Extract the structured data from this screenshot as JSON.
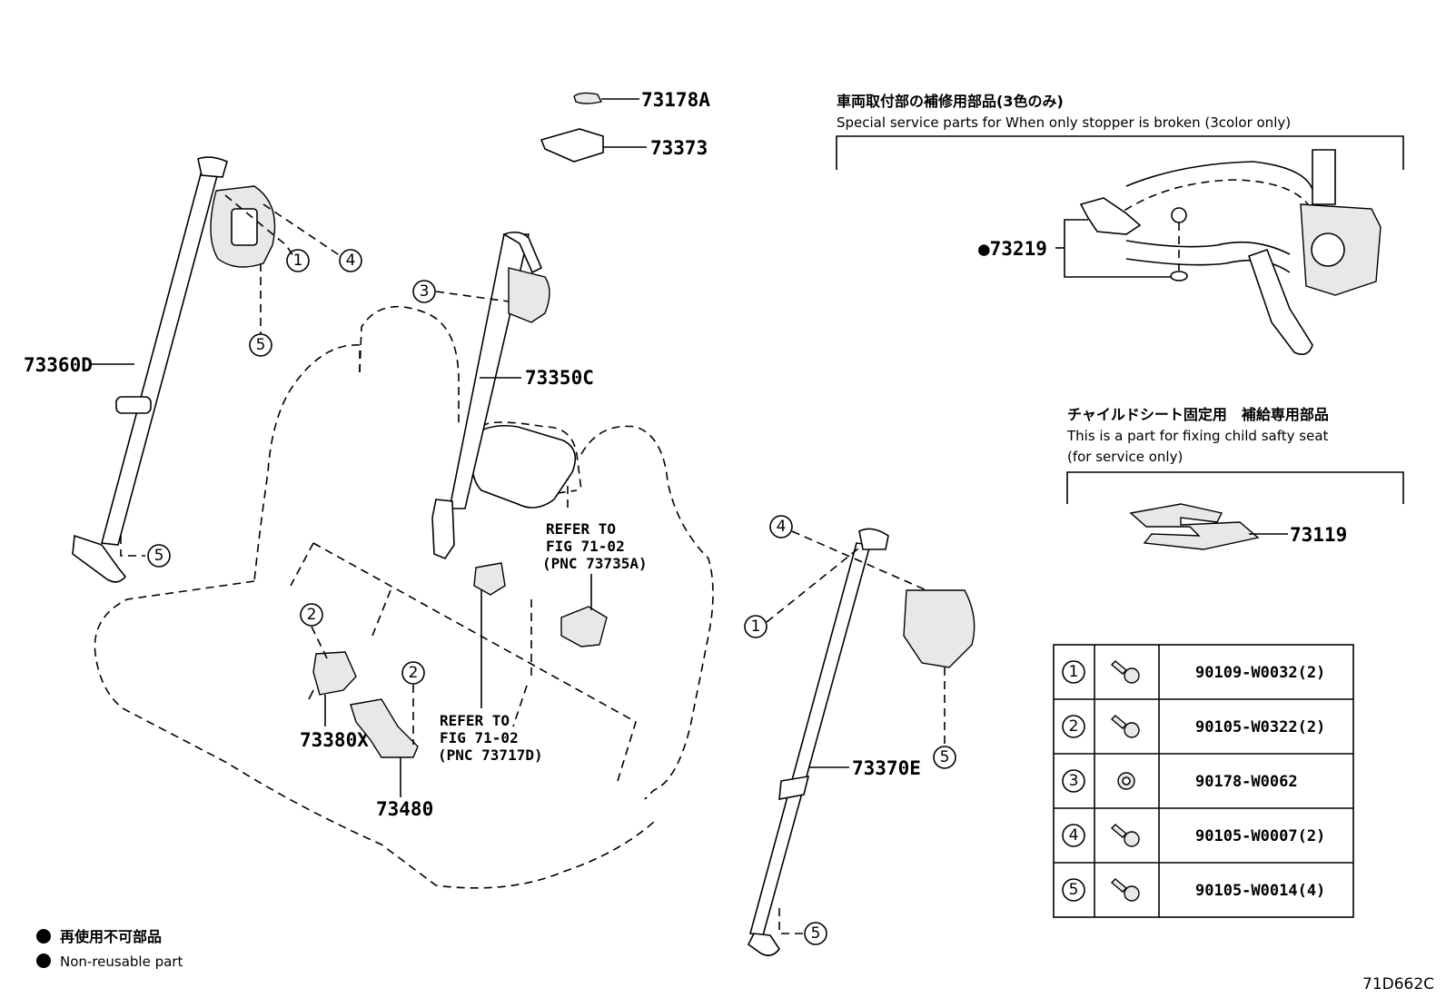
{
  "parts": {
    "p73178A": "73178A",
    "p73373": "73373",
    "p73360D": "73360D",
    "p73350C": "73350C",
    "p73380X": "73380X",
    "p73480": "73480",
    "p73370E": "73370E",
    "p73219": "●73219",
    "p73119": "73119"
  },
  "refs": {
    "ref1": {
      "line1": "REFER TO",
      "line2": "FIG 71-02",
      "line3": "(PNC 73735A)"
    },
    "ref2": {
      "line1": "REFER TO",
      "line2": "FIG 71-02",
      "line3": "(PNC 73717D)"
    }
  },
  "notes": {
    "special_jp": "車両取付部の補修用部品(3色のみ)",
    "special_en": "Special service parts for When only stopper is broken (3color only)",
    "child_jp": "チャイルドシート固定用　補給専用部品",
    "child_en1": "This is a part for fixing child safty seat",
    "child_en2": "(for service only)"
  },
  "callouts": {
    "c1": "1",
    "c2": "2",
    "c3": "3",
    "c4": "4",
    "c5": "5"
  },
  "hardware_table": [
    {
      "num": "1",
      "icon": "bolt-washer-icon",
      "part": "90109-W0032(2)"
    },
    {
      "num": "2",
      "icon": "bolt-washer-icon",
      "part": "90105-W0322(2)"
    },
    {
      "num": "3",
      "icon": "nut-icon",
      "part": "90178-W0062"
    },
    {
      "num": "4",
      "icon": "bolt-washer-icon",
      "part": "90105-W0007(2)"
    },
    {
      "num": "5",
      "icon": "bolt-washer-icon",
      "part": "90105-W0014(4)"
    }
  ],
  "legend": {
    "jp": "再使用不可部品",
    "en": "Non-reusable part"
  },
  "figure_code": "71D662C"
}
